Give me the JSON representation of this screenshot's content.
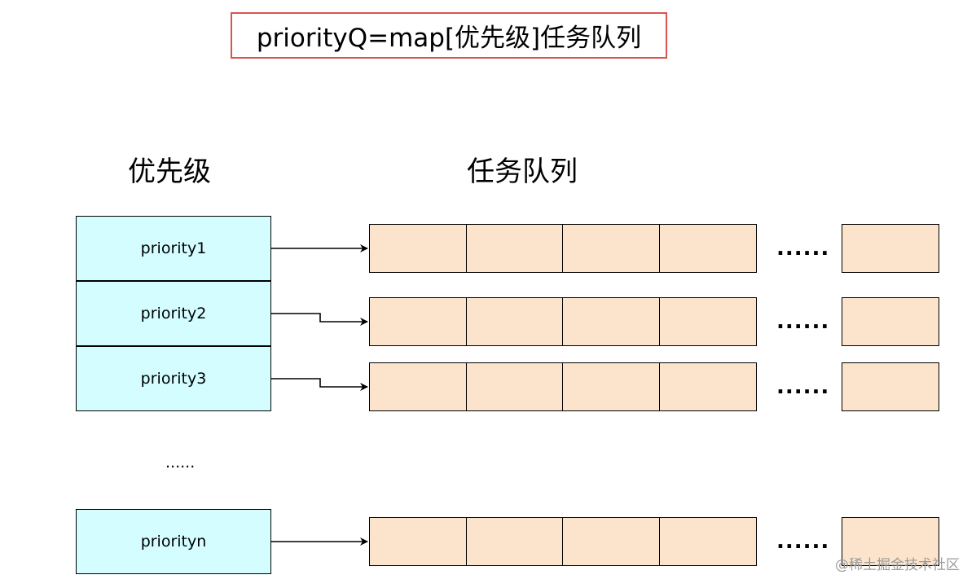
{
  "title": "priorityQ=map[优先级]任务队列",
  "headers": {
    "priority": "优先级",
    "queue": "任务队列"
  },
  "priorities": [
    {
      "label": "priority1"
    },
    {
      "label": "priority2"
    },
    {
      "label": "priority3"
    },
    {
      "label": "priorityn"
    }
  ],
  "row_ellipsis": "......",
  "list_ellipsis": "......",
  "watermark": "@稀土掘金技术社区",
  "colors": {
    "priority_fill": "#d3fdff",
    "queue_fill": "#fce4cc",
    "title_border": "#d9534f"
  }
}
